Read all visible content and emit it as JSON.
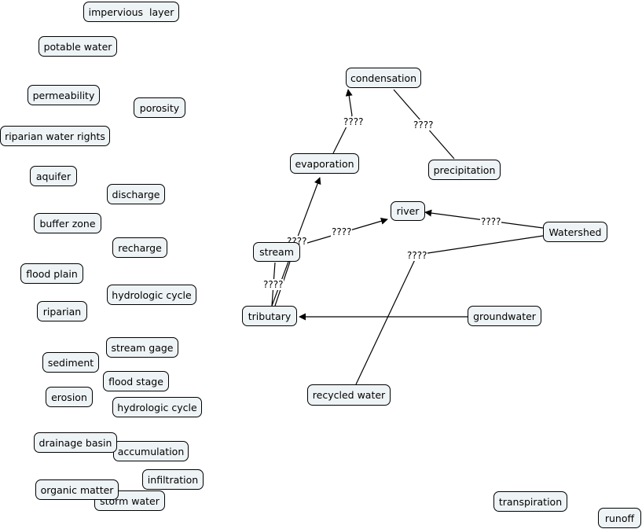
{
  "concepts": [
    {
      "id": "impervious",
      "label": "impervious  layer"
    },
    {
      "id": "potable",
      "label": "potable water"
    },
    {
      "id": "permeability",
      "label": "permeability"
    },
    {
      "id": "porosity",
      "label": "porosity"
    },
    {
      "id": "riparian-rights",
      "label": "riparian water rights"
    },
    {
      "id": "aquifer",
      "label": "aquifer"
    },
    {
      "id": "discharge",
      "label": "discharge"
    },
    {
      "id": "buffer",
      "label": "buffer zone"
    },
    {
      "id": "recharge",
      "label": "recharge"
    },
    {
      "id": "floodplain",
      "label": "flood plain"
    },
    {
      "id": "hydro1",
      "label": "hydrologic cycle"
    },
    {
      "id": "riparian",
      "label": "riparian"
    },
    {
      "id": "streamgage",
      "label": "stream gage"
    },
    {
      "id": "sediment",
      "label": "sediment"
    },
    {
      "id": "floodstage",
      "label": "flood stage"
    },
    {
      "id": "erosion",
      "label": "erosion"
    },
    {
      "id": "hydro2",
      "label": "hydrologic cycle"
    },
    {
      "id": "accumulation",
      "label": "accumulation"
    },
    {
      "id": "drainage",
      "label": "drainage basin"
    },
    {
      "id": "storm",
      "label": "storm water"
    },
    {
      "id": "infiltration",
      "label": "infiltration"
    },
    {
      "id": "organic",
      "label": "organic matter"
    },
    {
      "id": "condensation",
      "label": "condensation"
    },
    {
      "id": "evaporation",
      "label": "evaporation"
    },
    {
      "id": "precipitation",
      "label": "precipitation"
    },
    {
      "id": "river",
      "label": "river"
    },
    {
      "id": "watershed",
      "label": "Watershed"
    },
    {
      "id": "stream",
      "label": "stream"
    },
    {
      "id": "tributary",
      "label": "tributary"
    },
    {
      "id": "groundwater",
      "label": "groundwater"
    },
    {
      "id": "recycled",
      "label": "recycled water"
    },
    {
      "id": "transpiration",
      "label": "transpiration"
    },
    {
      "id": "runoff",
      "label": "runoff"
    }
  ],
  "link_labels": [
    {
      "id": "evap-cond",
      "text": "????"
    },
    {
      "id": "precip-cond",
      "text": "????"
    },
    {
      "id": "watershed-river",
      "text": "????"
    },
    {
      "id": "stream-river",
      "text": "????"
    },
    {
      "id": "stream-evap",
      "text": "????"
    },
    {
      "id": "trib-stream",
      "text": "????"
    },
    {
      "id": "recycled-watershed",
      "text": "????"
    }
  ]
}
